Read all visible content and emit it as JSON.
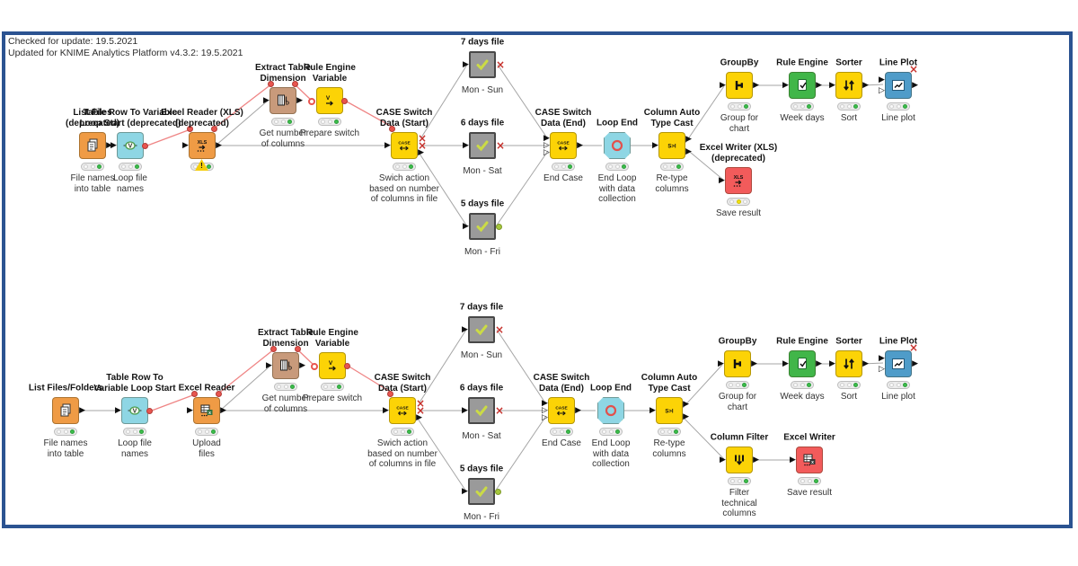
{
  "header": {
    "line1": "Checked for update: 19.5.2021",
    "line2": "Updated for KNIME Analytics Platform v4.3.2: 19.5.2021"
  },
  "colors": {
    "frame": "#2B5391",
    "node_orange": "#EF9B45",
    "node_cyan": "#8ED6E4",
    "node_yellow": "#FCD306",
    "node_green": "#41B649",
    "node_red": "#F25B5B",
    "node_tan": "#C89A7B",
    "node_gray": "#9A9A9A",
    "node_blue": "#4F9CC9",
    "edge_data": "#A5A5A5",
    "edge_variable": "#EF8585",
    "status_green": "#3CBE4B",
    "status_yellow": "#F2E30E",
    "inactive_x": "#C5302B"
  },
  "workflow_top": {
    "nodes": [
      {
        "name": "List Files\n(deprecated)",
        "caption": "File names\ninto table",
        "icon": "files-icon",
        "status": "green"
      },
      {
        "name": "Table Row To Variable\nLoop Start (deprecated)",
        "caption": "Loop file\nnames",
        "icon": "loop-start-icon",
        "status": "green"
      },
      {
        "name": "Excel Reader (XLS)\n(deprecated)",
        "caption": "",
        "icon": "xls-reader-icon",
        "status": "green-warning"
      },
      {
        "name": "Extract Table\nDimension",
        "caption": "Get number\nof columns",
        "icon": "table-dimension-icon",
        "status": "green"
      },
      {
        "name": "Rule Engine\nVariable",
        "caption": "Prepare switch",
        "icon": "rule-engine-variable-icon",
        "status": "green"
      },
      {
        "name": "CASE Switch\nData (Start)",
        "caption": "Swich action\nbased on number\nof columns in file",
        "icon": "case-switch-icon",
        "status": "green"
      },
      {
        "name": "7 days file",
        "caption": "Mon - Sun",
        "icon": "checkmark-icon"
      },
      {
        "name": "6 days file",
        "caption": "Mon - Sat",
        "icon": "checkmark-icon"
      },
      {
        "name": "5 days file",
        "caption": "Mon - Fri",
        "icon": "checkmark-icon"
      },
      {
        "name": "CASE Switch\nData (End)",
        "caption": "End Case",
        "icon": "case-switch-icon",
        "status": "green"
      },
      {
        "name": "Loop End",
        "caption": "End Loop\nwith data\ncollection",
        "icon": "loop-end-icon",
        "status": "green"
      },
      {
        "name": "Column Auto\nType Cast",
        "caption": "Re-type\ncolumns",
        "icon": "type-cast-icon",
        "status": "green"
      },
      {
        "name": "GroupBy",
        "caption": "Group for\nchart",
        "icon": "groupby-icon",
        "status": "green"
      },
      {
        "name": "Rule Engine",
        "caption": "Week days",
        "icon": "rule-engine-icon",
        "status": "green"
      },
      {
        "name": "Sorter",
        "caption": "Sort",
        "icon": "sorter-icon",
        "status": "green"
      },
      {
        "name": "Line Plot",
        "caption": "Line plot",
        "icon": "line-plot-icon",
        "status": "green"
      },
      {
        "name": "Excel Writer (XLS)\n(deprecated)",
        "caption": "Save result",
        "icon": "xls-writer-icon",
        "status": "yellow"
      }
    ]
  },
  "workflow_bottom": {
    "nodes": [
      {
        "name": "List Files/Folders",
        "caption": "File names\ninto table",
        "icon": "files-icon",
        "status": "green"
      },
      {
        "name": "Table Row To\nVariable Loop Start",
        "caption": "Loop file\nnames",
        "icon": "loop-start-icon",
        "status": "green"
      },
      {
        "name": "Excel Reader",
        "caption": "Upload\nfiles",
        "icon": "excel-reader-icon",
        "status": "green"
      },
      {
        "name": "Extract Table\nDimension",
        "caption": "Get number\nof columns",
        "icon": "table-dimension-icon",
        "status": "green"
      },
      {
        "name": "Rule Engine\nVariable",
        "caption": "Prepare switch",
        "icon": "rule-engine-variable-icon",
        "status": "green"
      },
      {
        "name": "CASE Switch\nData (Start)",
        "caption": "Swich action\nbased on number\nof columns in file",
        "icon": "case-switch-icon",
        "status": "green"
      },
      {
        "name": "7 days file",
        "caption": "Mon - Sun",
        "icon": "checkmark-icon"
      },
      {
        "name": "6 days file",
        "caption": "Mon - Sat",
        "icon": "checkmark-icon"
      },
      {
        "name": "5 days file",
        "caption": "Mon - Fri",
        "icon": "checkmark-icon"
      },
      {
        "name": "CASE Switch\nData (End)",
        "caption": "End Case",
        "icon": "case-switch-icon",
        "status": "green"
      },
      {
        "name": "Loop End",
        "caption": "End Loop\nwith data\ncollection",
        "icon": "loop-end-icon",
        "status": "green"
      },
      {
        "name": "Column Auto\nType Cast",
        "caption": "Re-type\ncolumns",
        "icon": "type-cast-icon",
        "status": "green"
      },
      {
        "name": "GroupBy",
        "caption": "Group for\nchart",
        "icon": "groupby-icon",
        "status": "green"
      },
      {
        "name": "Rule Engine",
        "caption": "Week days",
        "icon": "rule-engine-icon",
        "status": "green"
      },
      {
        "name": "Sorter",
        "caption": "Sort",
        "icon": "sorter-icon",
        "status": "green"
      },
      {
        "name": "Line Plot",
        "caption": "Line plot",
        "icon": "line-plot-icon",
        "status": "green"
      },
      {
        "name": "Column Filter",
        "caption": "Filter\ntechnical\ncolumns",
        "icon": "column-filter-icon",
        "status": "green"
      },
      {
        "name": "Excel Writer",
        "caption": "Save result",
        "icon": "excel-writer-icon",
        "status": "green"
      }
    ]
  }
}
